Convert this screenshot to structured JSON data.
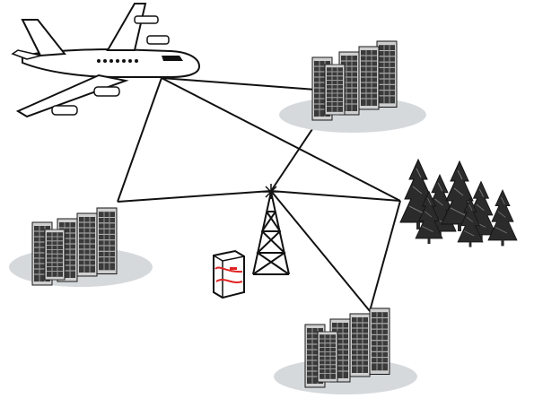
{
  "diagram": {
    "nodes": [
      {
        "id": "airplane",
        "icon": "airplane-icon"
      },
      {
        "id": "city-top-right",
        "icon": "city-buildings-icon"
      },
      {
        "id": "city-left",
        "icon": "city-buildings-icon"
      },
      {
        "id": "city-bottom",
        "icon": "city-buildings-icon"
      },
      {
        "id": "forest",
        "icon": "forest-trees-icon"
      },
      {
        "id": "hub-antenna",
        "icon": "radio-tower-icon"
      },
      {
        "id": "server",
        "icon": "server-cabinet-icon"
      }
    ],
    "links": [
      {
        "from": "airplane",
        "to": "city-top-right"
      },
      {
        "from": "airplane",
        "to": "forest"
      },
      {
        "from": "airplane",
        "to": "city-left"
      },
      {
        "from": "city-left",
        "to": "hub-antenna"
      },
      {
        "from": "city-top-right",
        "to": "hub-antenna"
      },
      {
        "from": "forest",
        "to": "hub-antenna"
      },
      {
        "from": "city-bottom",
        "to": "hub-antenna"
      },
      {
        "from": "city-bottom",
        "to": "forest"
      }
    ],
    "colors": {
      "line": "#111111",
      "building_dark": "#2a2a2a",
      "building_light": "#cfcfcf",
      "ground_shadow": "#d6d9dc",
      "server_accent": "#e02424",
      "tree": "#2b2b2b"
    }
  }
}
